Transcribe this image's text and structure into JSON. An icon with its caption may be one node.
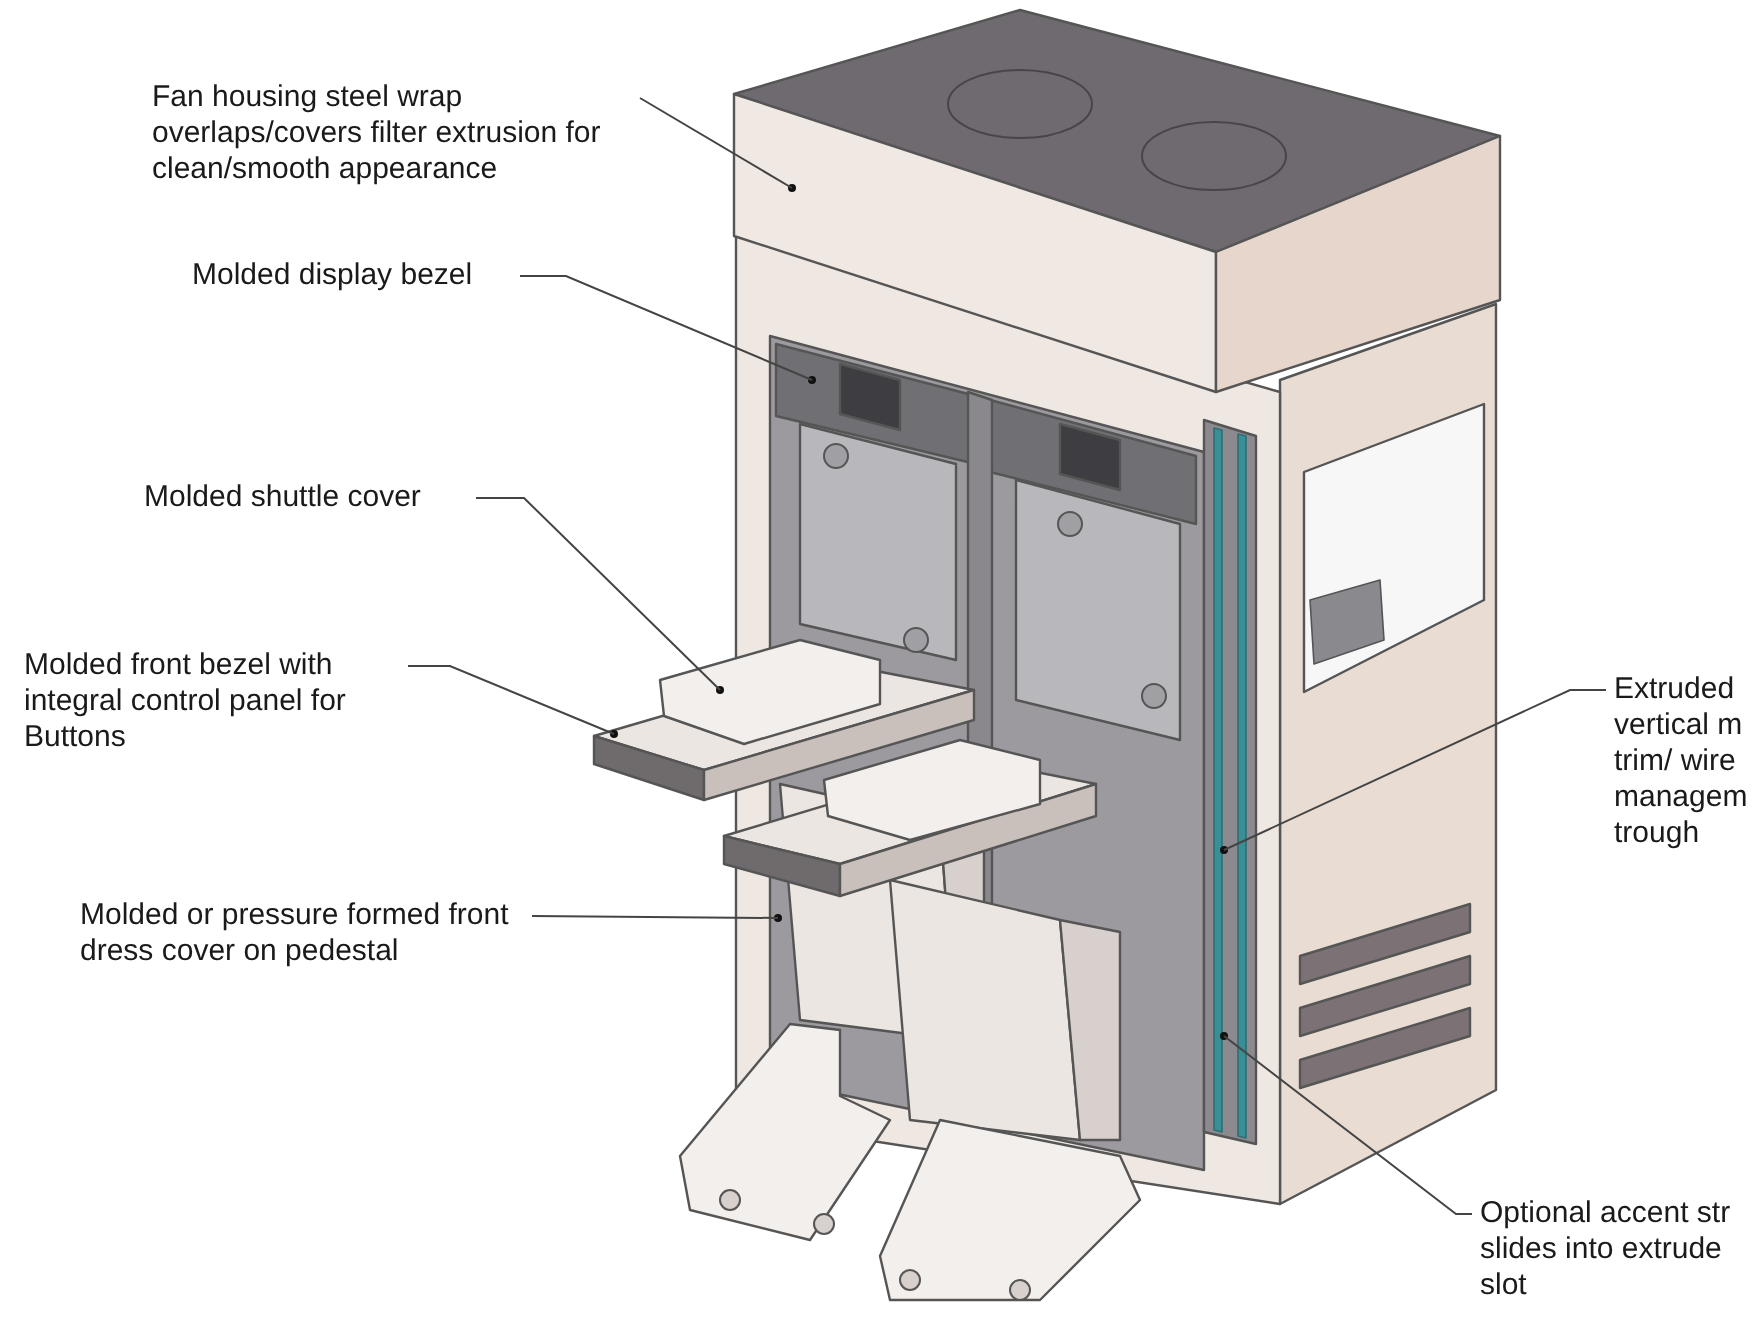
{
  "diagram": {
    "nodes": [
      {
        "text": [
          "Fan housing steel wrap overlaps/covers filter extrusion for clean/smooth appearance"
        ]
      },
      {
        "text": [
          "Molded display bezel"
        ]
      },
      {
        "text": [
          "Molded shuttle cover"
        ]
      },
      {
        "text": [
          "Molded front bezel with integral control panel for Buttons"
        ]
      },
      {
        "text": [
          "Molded or pressure formed front dress cover on pedestal"
        ]
      },
      {
        "text": [
          "Extruded vertical m trim/ wire managem trough"
        ]
      },
      {
        "text": [
          "Optional accent str slides into extrude slot"
        ]
      }
    ],
    "edges": [
      {
        "from": 0,
        "to": null,
        "arrow": "none"
      },
      {
        "from": 1,
        "to": null,
        "arrow": "none"
      },
      {
        "from": 2,
        "to": null,
        "arrow": "none"
      },
      {
        "from": 3,
        "to": null,
        "arrow": "none"
      },
      {
        "from": 4,
        "to": null,
        "arrow": "none"
      },
      {
        "from": 5,
        "to": null,
        "arrow": "none"
      },
      {
        "from": 6,
        "to": null,
        "arrow": "none"
      }
    ]
  }
}
